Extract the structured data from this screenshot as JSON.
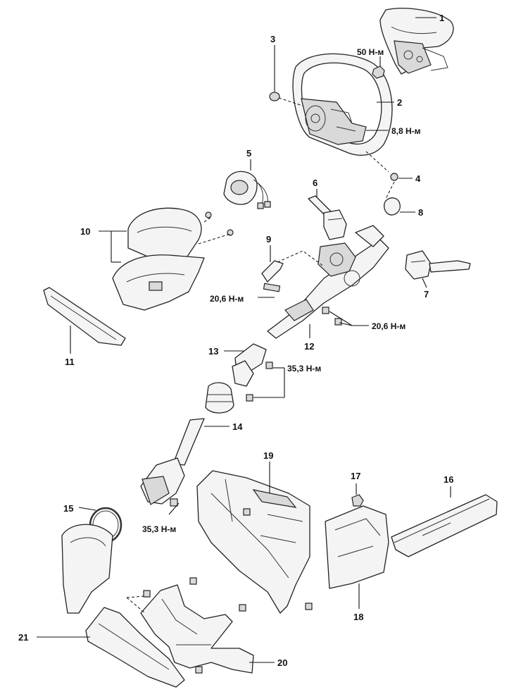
{
  "callouts": [
    {
      "id": "1",
      "text": "1"
    },
    {
      "id": "2",
      "text": "2"
    },
    {
      "id": "3",
      "text": "3"
    },
    {
      "id": "4",
      "text": "4"
    },
    {
      "id": "5",
      "text": "5"
    },
    {
      "id": "6",
      "text": "6"
    },
    {
      "id": "7",
      "text": "7"
    },
    {
      "id": "8",
      "text": "8"
    },
    {
      "id": "9",
      "text": "9"
    },
    {
      "id": "10",
      "text": "10"
    },
    {
      "id": "11",
      "text": "11"
    },
    {
      "id": "12",
      "text": "12"
    },
    {
      "id": "13",
      "text": "13"
    },
    {
      "id": "14",
      "text": "14"
    },
    {
      "id": "15",
      "text": "15"
    },
    {
      "id": "16",
      "text": "16"
    },
    {
      "id": "17",
      "text": "17"
    },
    {
      "id": "18",
      "text": "18"
    },
    {
      "id": "19",
      "text": "19"
    },
    {
      "id": "20",
      "text": "20"
    },
    {
      "id": "21",
      "text": "21"
    }
  ],
  "torques": {
    "t50": "50 Н-м",
    "t88": "8,8 Н-м",
    "t206a": "20,6 Н-м",
    "t206b": "20,6 Н-м",
    "t353a": "35,3 Н-м",
    "t353b": "35,3 Н-м"
  }
}
